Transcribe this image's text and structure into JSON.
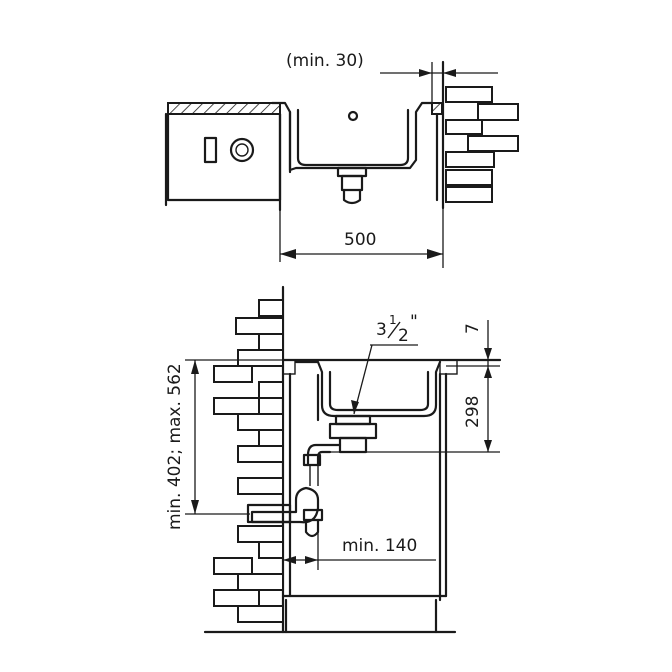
{
  "top_view": {
    "min_gap_label": "(min. 30)",
    "width_label": "500"
  },
  "bottom_view": {
    "thread_label_main": "3",
    "thread_label_num": "1",
    "thread_label_den": "2",
    "thread_label_unit": "\"",
    "rim_label": "7",
    "depth_label": "298",
    "height_label": "min. 402; max. 562",
    "offset_label": "min. 140"
  },
  "colors": {
    "line": "#1a1a1a",
    "background": "#ffffff"
  }
}
